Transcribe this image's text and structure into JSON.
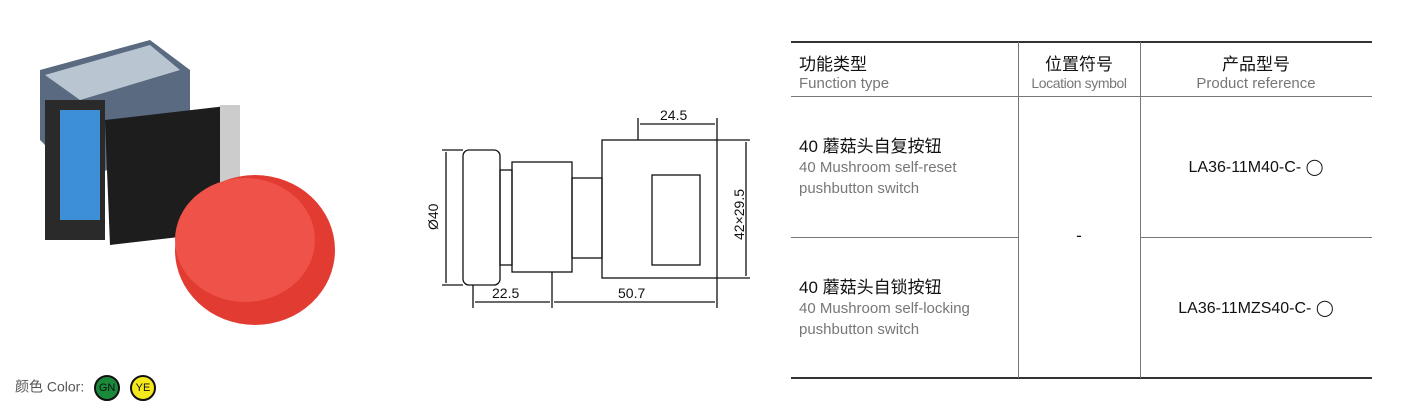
{
  "table": {
    "headers": [
      {
        "zh": "功能类型",
        "en": "Function type"
      },
      {
        "zh": "位置符号",
        "en": "Location symbol"
      },
      {
        "zh": "产品型号",
        "en": "Product reference"
      }
    ],
    "rows": [
      {
        "zh": "40 蘑菇头自复按钮",
        "en1": "40 Mushroom self-reset",
        "en2": "pushbutton switch",
        "ref": "LA36-11M40-C- ◯"
      },
      {
        "zh": "40 蘑菇头自锁按钮",
        "en1": "40 Mushroom self-locking",
        "en2": "pushbutton switch",
        "ref": "LA36-11MZS40-C- ◯"
      }
    ],
    "location_symbol": "-"
  },
  "dimensions": {
    "top": "24.5",
    "height": "42×29.5",
    "diameter": "Ø40",
    "head": "22.5",
    "body": "50.7"
  },
  "color": {
    "label": "颜色 Color:",
    "options": [
      {
        "code": "GN",
        "hex": "#1a8a3a"
      },
      {
        "code": "YE",
        "hex": "#f5e81c"
      }
    ]
  }
}
